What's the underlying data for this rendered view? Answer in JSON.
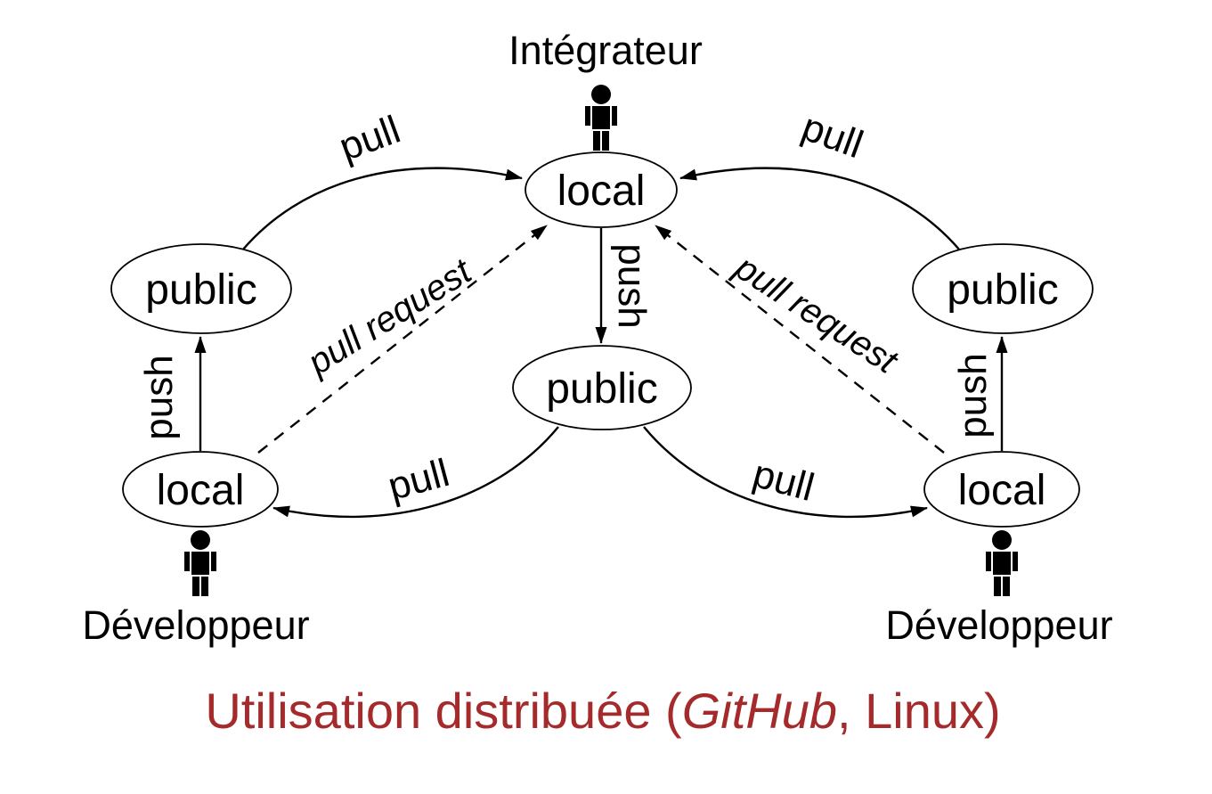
{
  "diagram": {
    "title_caption": {
      "part1": "Utilisation distribuée (",
      "italic": "GitHub",
      "part2": ", Linux)"
    },
    "actors": {
      "integrator": "Intégrateur",
      "developer_left": "Développeur",
      "developer_right": "Développeur"
    },
    "nodes": {
      "integrator_local": "local",
      "left_public": "public",
      "right_public": "public",
      "center_public": "public",
      "left_local": "local",
      "right_local": "local"
    },
    "edges": {
      "pull_top_left": "pull",
      "pull_top_right": "pull",
      "push_center": "push",
      "push_left": "push",
      "push_right": "push",
      "pull_request_left": "pull request",
      "pull_request_right": "pull request",
      "pull_bottom_left": "pull",
      "pull_bottom_right": "pull"
    },
    "colors": {
      "caption": "#A42A2B",
      "line": "#000000",
      "background": "#FFFFFF"
    }
  }
}
